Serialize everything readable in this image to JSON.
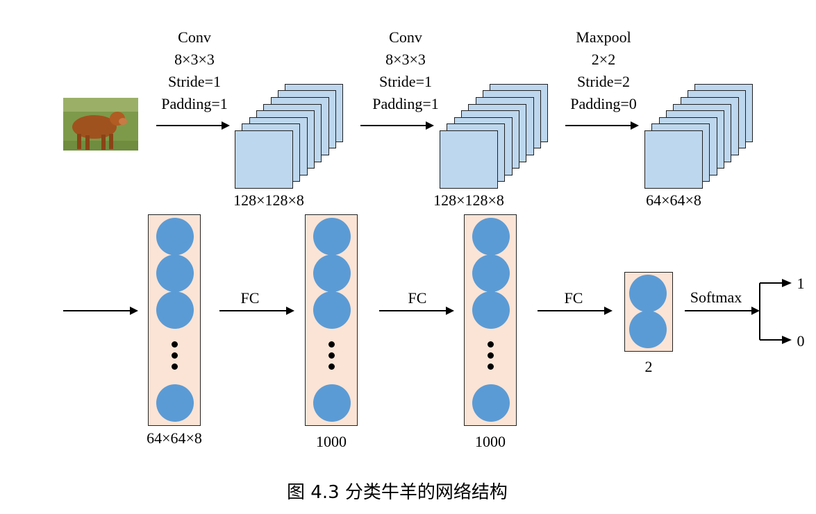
{
  "ops": [
    {
      "lines": [
        "Conv",
        "8×3×3",
        "Stride=1",
        "Padding=1"
      ]
    },
    {
      "lines": [
        "Conv",
        "8×3×3",
        "Stride=1",
        "Padding=1"
      ]
    },
    {
      "lines": [
        "Maxpool",
        "2×2",
        "Stride=2",
        "Padding=0"
      ]
    }
  ],
  "feature_maps": [
    {
      "dims": "128×128×8"
    },
    {
      "dims": "128×128×8"
    },
    {
      "dims": "64×64×8"
    }
  ],
  "fc_layers": [
    {
      "label": "64×64×8"
    },
    {
      "label": "1000"
    },
    {
      "label": "1000"
    },
    {
      "label": "2"
    }
  ],
  "fc_arrows": [
    "FC",
    "FC",
    "FC"
  ],
  "softmax": "Softmax",
  "outputs": [
    "1",
    "0"
  ],
  "caption": "图 4.3  分类牛羊的网络结构",
  "colors": {
    "feature_map": "#bdd7ee",
    "layer_bg": "#fbe4d5",
    "neuron": "#5b9bd5"
  }
}
